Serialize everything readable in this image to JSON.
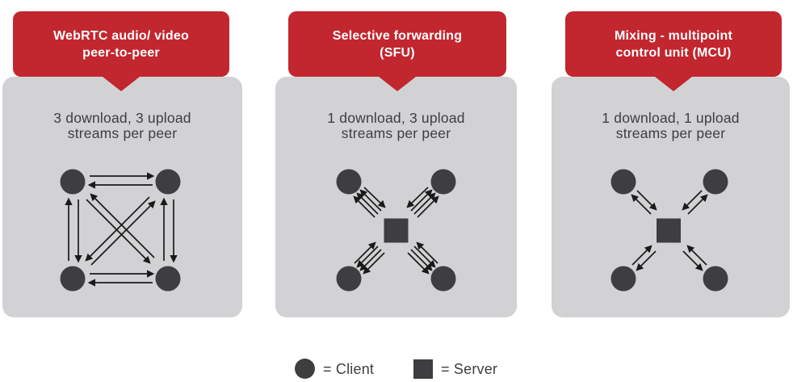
{
  "colors": {
    "banner_red": "#C2262E",
    "card_gray": "#D2D2D5",
    "shape_dark": "#3E3D40",
    "arrow_black": "#1A1A1A",
    "text_dark": "#3E3E40",
    "banner_text": "#FFFFFF",
    "page_bg": "#FFFFFF"
  },
  "panels": [
    {
      "title_line1": "WebRTC audio/ video",
      "title_line2": "peer-to-peer",
      "subtitle_line1": "3 download, 3 upload",
      "subtitle_line2": "streams per peer",
      "topology": "full-mesh",
      "client_count": 4,
      "has_server": false,
      "streams_per_link_each_direction": 1
    },
    {
      "title_line1": "Selective forwarding",
      "title_line2": "(SFU)",
      "subtitle_line1": "1 download, 3 upload",
      "subtitle_line2": "streams per peer",
      "topology": "star",
      "client_count": 4,
      "has_server": true,
      "arrows_toward_client_per_link": 3,
      "arrows_toward_server_per_link": 1
    },
    {
      "title_line1": "Mixing - multipoint",
      "title_line2": "control unit (MCU)",
      "subtitle_line1": "1 download, 1 upload",
      "subtitle_line2": "streams per peer",
      "topology": "star",
      "client_count": 4,
      "has_server": true,
      "arrows_toward_client_per_link": 1,
      "arrows_toward_server_per_link": 1
    }
  ],
  "legend": {
    "client_label": "= Client",
    "server_label": "= Server",
    "client_shape": "circle",
    "server_shape": "square"
  }
}
